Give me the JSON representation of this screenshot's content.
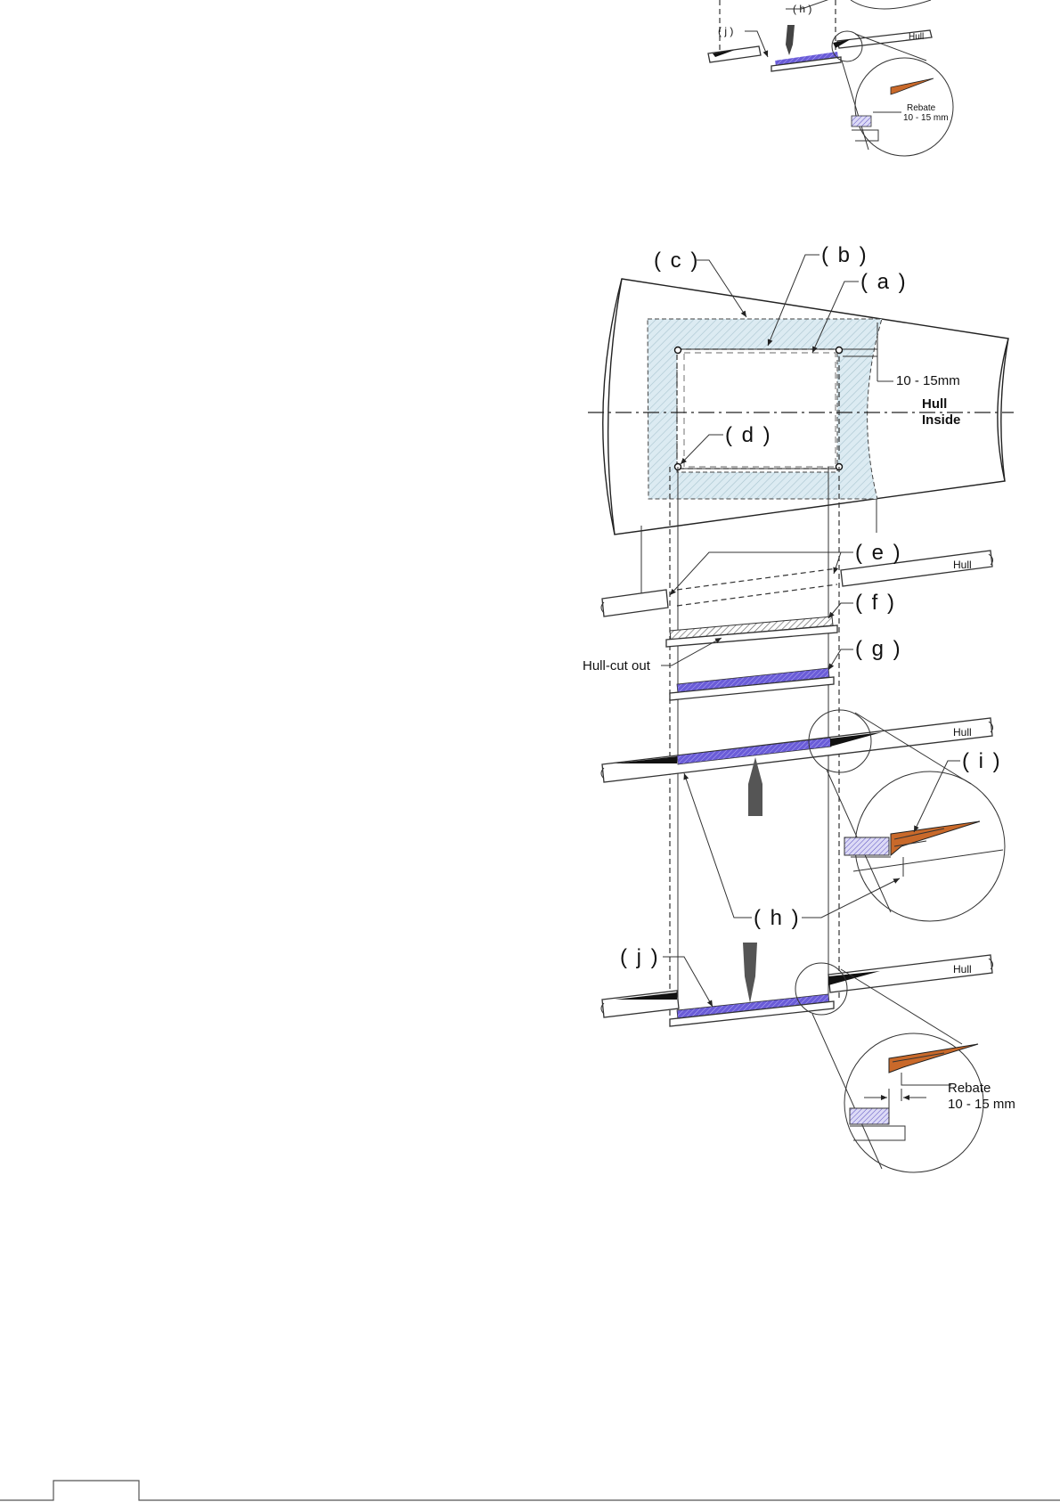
{
  "labels": {
    "a": "( a )",
    "b": "( b )",
    "c": "( c )",
    "d": "( d )",
    "e": "( e )",
    "f": "( f )",
    "g": "( g )",
    "h": "( h )",
    "i": "( i )",
    "j": "( j )"
  },
  "dimension": "10 - 15mm",
  "hull_inside_line1": "Hull",
  "hull_inside_line2": "Inside",
  "hull_tag": "Hull",
  "hull_cut_out": "Hull-cut out",
  "rebate_line1": "Rebate",
  "rebate_line2": "10 - 15 mm",
  "top_fragment": {
    "h": "( h )",
    "j": "( j )",
    "hull": "Hull",
    "rebate_line1": "Rebate",
    "rebate_line2": "10 - 15 mm"
  },
  "colors": {
    "core_blue": "#6a5cd8",
    "laminate_orange": "#c9692a",
    "shade_blue": "#d9ecf2",
    "hatch_gray": "#8a8a8a"
  }
}
